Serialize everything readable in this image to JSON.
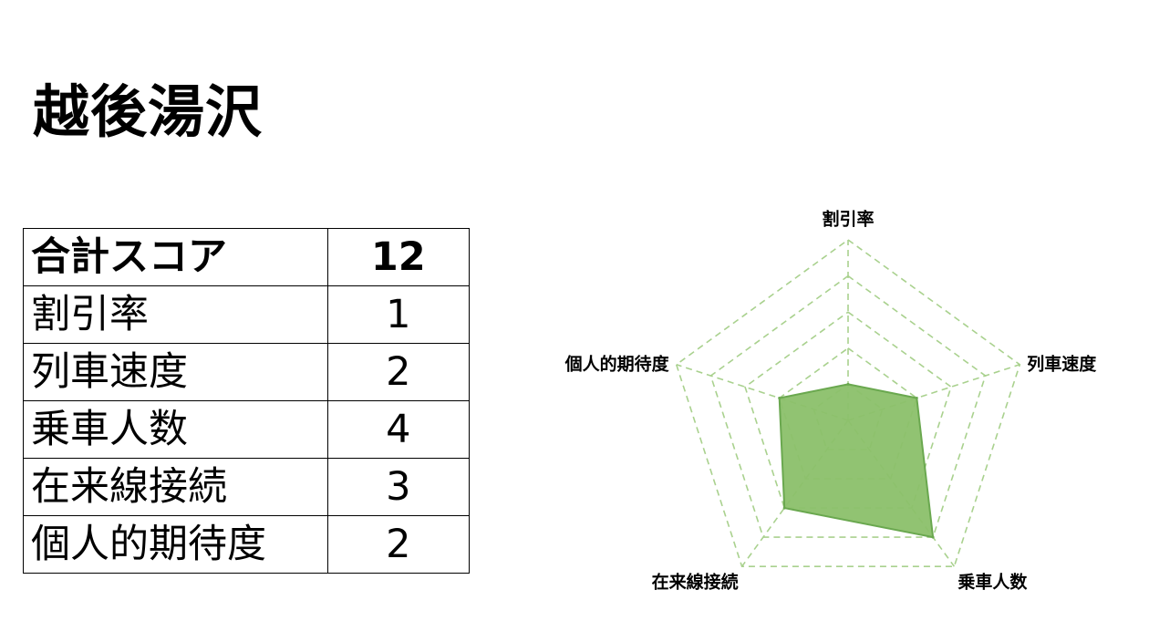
{
  "title": "越後湯沢",
  "table": {
    "total_label": "合計スコア",
    "total_value": "12",
    "rows": [
      {
        "label": "割引率",
        "value": "1"
      },
      {
        "label": "列車速度",
        "value": "2"
      },
      {
        "label": "乗車人数",
        "value": "4"
      },
      {
        "label": "在来線接続",
        "value": "3"
      },
      {
        "label": "個人的期待度",
        "value": "2"
      }
    ]
  },
  "chart_data": {
    "type": "radar",
    "categories": [
      "割引率",
      "列車速度",
      "乗車人数",
      "在来線接続",
      "個人的期待度"
    ],
    "values": [
      1,
      2,
      4,
      3,
      2
    ],
    "range": [
      0,
      5
    ],
    "levels": 5,
    "grid": true,
    "grid_style": "dashed",
    "fill_color": "#8bc06a",
    "stroke_color": "#6aa84f",
    "grid_color": "#a9d18e"
  }
}
